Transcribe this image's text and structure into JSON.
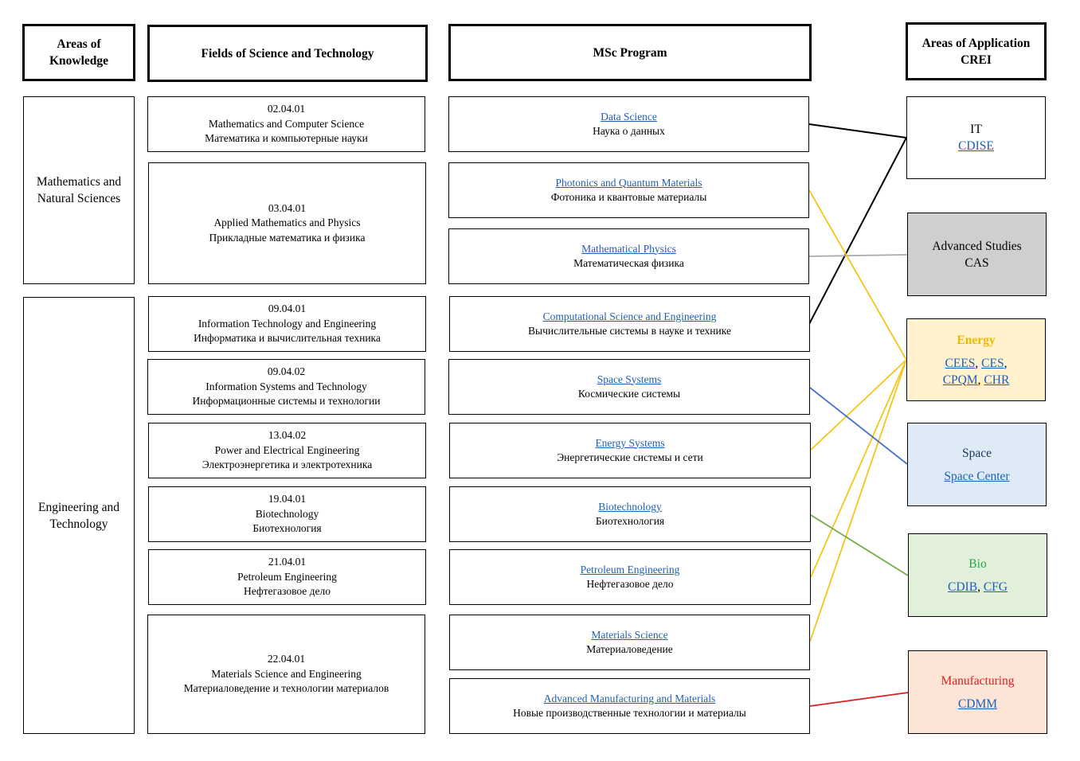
{
  "headers": {
    "areas": [
      "Areas of",
      "Knowledge"
    ],
    "fields": "Fields of Science and Technology",
    "programs": "MSc Program",
    "applications": [
      "Areas of Application",
      "CREI"
    ]
  },
  "areas": [
    {
      "lines": [
        "Mathematics and",
        "Natural Sciences"
      ]
    },
    {
      "lines": [
        "Engineering and",
        "Technology"
      ]
    }
  ],
  "fields": [
    {
      "code": "02.04.01",
      "en": "Mathematics and Computer Science",
      "ru": "Математика и компьютерные науки"
    },
    {
      "code": "03.04.01",
      "en": "Applied Mathematics and Physics",
      "ru": "Прикладные математика и физика"
    },
    {
      "code": "09.04.01",
      "en": "Information Technology and Engineering",
      "ru": "Информатика и вычислительная техника"
    },
    {
      "code": "09.04.02",
      "en": "Information Systems and Technology",
      "ru": "Информационные системы и технологии"
    },
    {
      "code": "13.04.02",
      "en": "Power and Electrical Engineering",
      "ru": "Электроэнергетика и электротехника"
    },
    {
      "code": "19.04.01",
      "en": "Biotechnology",
      "ru": "Биотехнология"
    },
    {
      "code": "21.04.01",
      "en": "Petroleum Engineering",
      "ru": "Нефтегазовое дело"
    },
    {
      "code": "22.04.01",
      "en": "Materials Science and Engineering",
      "ru": "Материаловедение и технологии материалов"
    }
  ],
  "programs": [
    {
      "en": "Data Science",
      "ru": "Наука о данных"
    },
    {
      "en": "Photonics and Quantum Materials",
      "ru": "Фотоника и квантовые материалы"
    },
    {
      "en": "Mathematical Physics",
      "ru": "Математическая физика"
    },
    {
      "en": "Computational Science and Engineering",
      "ru": "Вычислительные системы в науке и технике"
    },
    {
      "en": "Space Systems",
      "ru": "Космические системы"
    },
    {
      "en": "Energy Systems",
      "ru": "Энергетические системы и сети"
    },
    {
      "en": "Biotechnology",
      "ru": "Биотехнология"
    },
    {
      "en": "Petroleum Engineering",
      "ru": "Нефтегазовое дело"
    },
    {
      "en": "Materials Science",
      "ru": "Материаловедение"
    },
    {
      "en": "Advanced Manufacturing and Materials",
      "ru": "Новые производственные технологии и материалы"
    }
  ],
  "applications": {
    "it": {
      "title": "IT",
      "links": [
        "CDISE"
      ],
      "bg": "#ffffff",
      "title_color": "#000000"
    },
    "cas": {
      "title": "Advanced Studies",
      "subtitle": "CAS",
      "bg": "#d0cece",
      "title_color": "#000000"
    },
    "energy": {
      "title": "Energy",
      "links_row1": [
        "CEES",
        "CES"
      ],
      "links_row2": [
        "CPQM",
        "CHR"
      ],
      "bg": "#fff2cc",
      "title_color": "#f0b800"
    },
    "space": {
      "title": "Space",
      "links": [
        "Space Center"
      ],
      "bg": "#deebf7",
      "title_color": "#1f3864"
    },
    "bio": {
      "title": "Bio",
      "links": [
        "CDIB",
        "CFG"
      ],
      "bg": "#e2efda",
      "title_color": "#28a745"
    },
    "manufacturing": {
      "title": "Manufacturing",
      "links": [
        "CDMM"
      ],
      "bg": "#fce4d6",
      "title_color": "#e02020"
    }
  },
  "connection_colors": {
    "it": "#000000",
    "cas": "#aaaaaa",
    "energy": "#f5c518",
    "space": "#4472c4",
    "bio": "#70ad47",
    "manufacturing": "#e02020"
  }
}
